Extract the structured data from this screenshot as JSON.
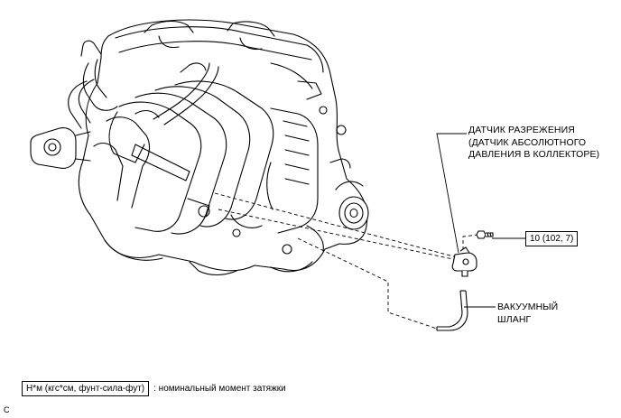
{
  "callouts": {
    "vacuum_sensor": {
      "lines": [
        "ДАТЧИК РАЗРЕЖЕНИЯ",
        "(ДАТЧИК АБСОЛЮТНОГО",
        "ДАВЛЕНИЯ В КОЛЛЕКТОРЕ)"
      ]
    },
    "vacuum_hose": {
      "lines": [
        "ВАКУУМНЫЙ",
        "ШЛАНГ"
      ]
    },
    "torque_spec": "10 (102, 7)"
  },
  "legend": {
    "box_text": "Н*м (кгс*см, фунт-сила-фут)",
    "description": ": номинальный момент затяжки"
  },
  "figure_code": "C",
  "icons": [
    "engine-illustration",
    "map-sensor-icon",
    "bolt-icon",
    "vacuum-hose-icon"
  ]
}
